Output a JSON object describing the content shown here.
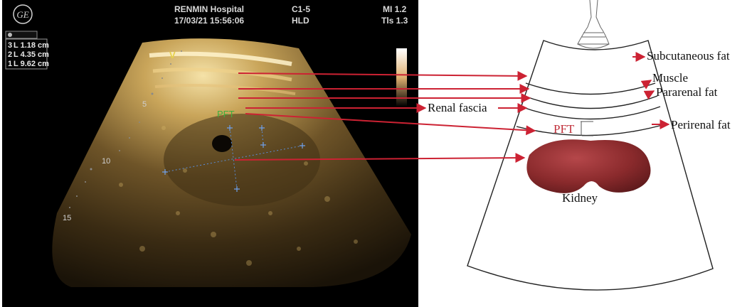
{
  "ultrasound": {
    "header": {
      "hospital": "RENMIN Hospital",
      "datetime": "17/03/21 15:56:06",
      "probe": "C1-5",
      "mode": "HLD",
      "mi": "MI 1.2",
      "tis": "Tls 1.3"
    },
    "logo_text": "GE",
    "measurements": [
      {
        "index": "3",
        "value": "L  1.18 cm"
      },
      {
        "index": "2",
        "value": "L  4.35 cm"
      },
      {
        "index": "1",
        "value": "L  9.62 cm"
      }
    ],
    "depth_marks": [
      "5",
      "10",
      "15"
    ],
    "probe_marker": "V",
    "pft_overlay": "PFT"
  },
  "diagram": {
    "labels": {
      "subcutaneous_fat": "Subcutaneous fat",
      "muscle": "Muscle",
      "pararenal_fat": "Pararenal fat",
      "renal_fascia": "Renal fascia",
      "perirenal_fat": "Perirenal fat",
      "pft": "PFT",
      "kidney": "Kidney"
    },
    "colors": {
      "arrow": "#cc2233",
      "kidney": "#8a2a2c",
      "pft_text": "#c0303a"
    }
  }
}
